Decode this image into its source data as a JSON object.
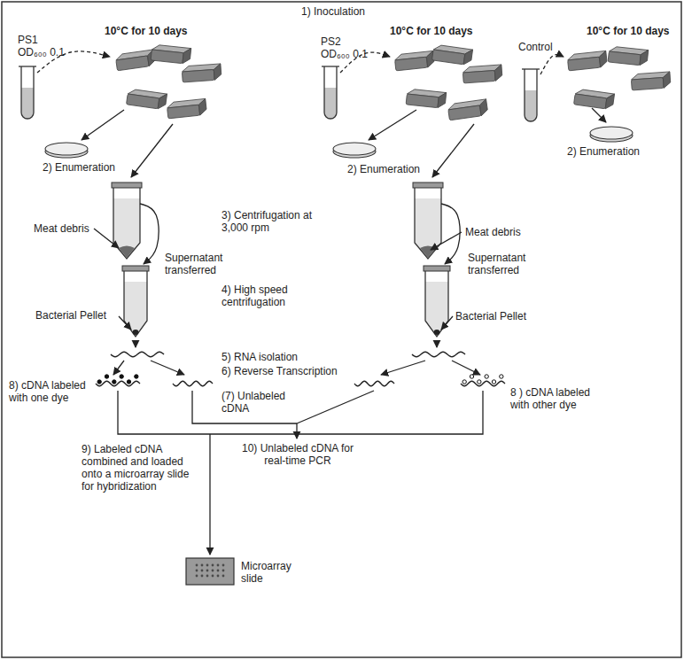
{
  "diagram": {
    "labels": [
      "1) Inoculation",
      "10°C for 10 days",
      "10°C for 10 days",
      "10°C for 10 days",
      "PS1",
      "OD₆₀₀ 0.1",
      "PS2",
      "OD₆₀₀ 0.1",
      "Control",
      "2) Enumeration",
      "2) Enumeration",
      "2) Enumeration",
      "Meat debris",
      "3) Centrifugation at 3,000 rpm",
      "Meat debris",
      "Supernatant transferred",
      "Supernatant transferred",
      "4) High speed centrifugation",
      "Bacterial Pellet",
      "Bacterial Pellet",
      "5) RNA isolation",
      "6) Reverse Transcription",
      "8) cDNA labeled with one dye",
      "(7) Unlabeled cDNA",
      "8 ) cDNA labeled with other dye",
      "9) Labeled cDNA combined and loaded onto a microarray slide for hybridization",
      "10) Unlabeled cDNA for real-time PCR",
      "Microarray slide"
    ]
  }
}
